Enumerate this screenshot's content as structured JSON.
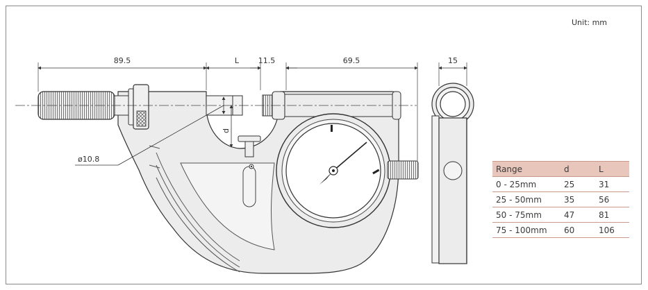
{
  "unit_label": "Unit: mm",
  "dimensions": {
    "left_length": "89.5",
    "l": "L",
    "gap": "11.5",
    "right_length": "69.5",
    "side_width": "15",
    "d": "d",
    "diameter": "ø10.8"
  },
  "table": {
    "headers": [
      "Range",
      "d",
      "L"
    ],
    "rows": [
      [
        "0 - 25mm",
        "25",
        "31"
      ],
      [
        "25 - 50mm",
        "35",
        "56"
      ],
      [
        "50 - 75mm",
        "47",
        "81"
      ],
      [
        "75 - 100mm",
        "60",
        "106"
      ]
    ]
  },
  "colors": {
    "body_fill": "#ececec",
    "outline": "#333333",
    "table_header": "#e8c6bb",
    "table_rule": "#c99a8a"
  }
}
